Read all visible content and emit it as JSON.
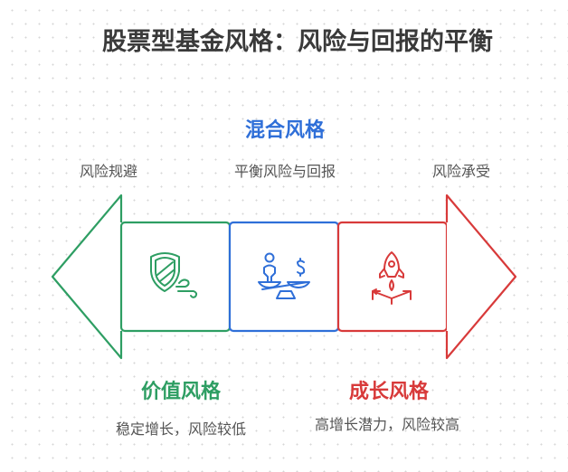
{
  "title": "股票型基金风格：风险与回报的平衡",
  "colors": {
    "value": "#2e9e63",
    "blend": "#2f6fd8",
    "growth": "#d83a3a",
    "text": "#555555",
    "title": "#3a3a3a"
  },
  "styles": [
    {
      "name": "价值风格",
      "top_label": "风险规避",
      "description": "稳定增长，风险较低",
      "icon": "shield-wind-icon"
    },
    {
      "name": "混合风格",
      "top_label": "平衡风险与回报",
      "description": "",
      "icon": "balance-scale-icon"
    },
    {
      "name": "成长风格",
      "top_label": "风险承受",
      "description": "高增长潜力，风险较高",
      "icon": "rocket-launch-icon"
    }
  ]
}
